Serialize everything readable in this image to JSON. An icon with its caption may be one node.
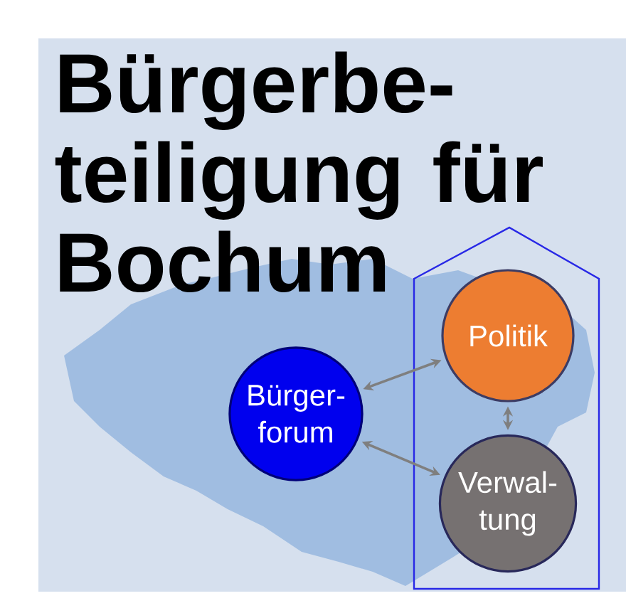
{
  "diagram": {
    "title": "Bürgerbe- teiligung für Bochum",
    "nodes": [
      {
        "text": [
          "Bürger- forum"
        ]
      },
      {
        "text": [],
        "shape": "pentagon"
      },
      {
        "text": [
          "Politik"
        ],
        "in": 1
      },
      {
        "text": [
          "Verwal- tung"
        ],
        "in": 1
      }
    ],
    "edges": [
      {
        "from": 0,
        "to": 2,
        "arrow": "both"
      },
      {
        "from": 0,
        "to": 3,
        "arrow": "both"
      },
      {
        "from": 2,
        "to": 3,
        "arrow": "both"
      }
    ]
  }
}
